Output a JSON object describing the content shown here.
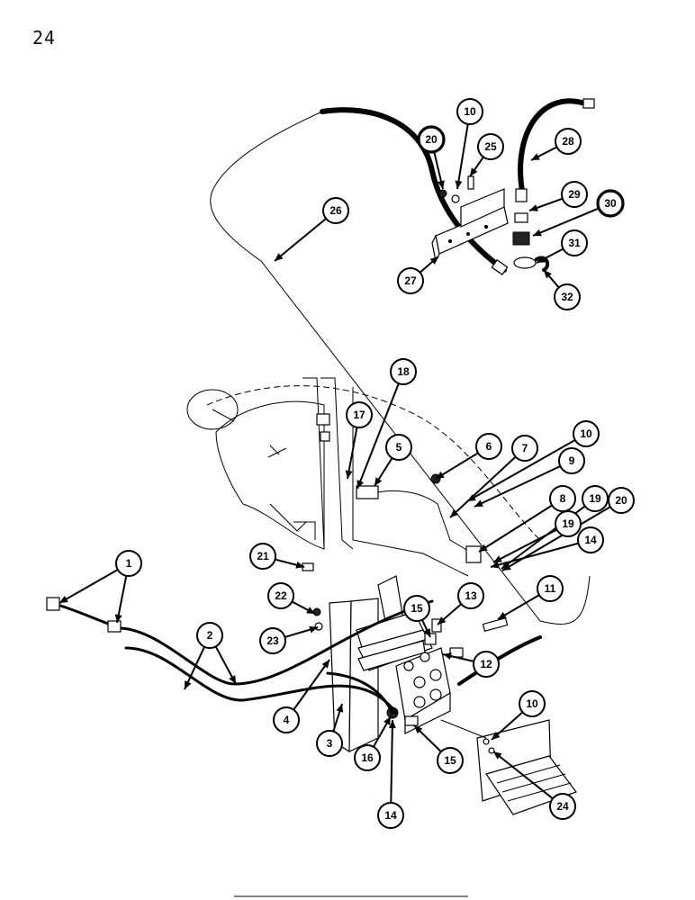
{
  "page": {
    "number": "24"
  },
  "callouts": [
    {
      "label": "1",
      "style": "normal"
    },
    {
      "label": "2",
      "style": "normal"
    },
    {
      "label": "3",
      "style": "normal"
    },
    {
      "label": "4",
      "style": "normal"
    },
    {
      "label": "5",
      "style": "normal"
    },
    {
      "label": "6",
      "style": "normal"
    },
    {
      "label": "7",
      "style": "normal"
    },
    {
      "label": "8",
      "style": "normal"
    },
    {
      "label": "9",
      "style": "normal"
    },
    {
      "label": "10",
      "style": "normal"
    },
    {
      "label": "11",
      "style": "normal"
    },
    {
      "label": "12",
      "style": "normal"
    },
    {
      "label": "13",
      "style": "normal"
    },
    {
      "label": "14",
      "style": "normal"
    },
    {
      "label": "15",
      "style": "normal"
    },
    {
      "label": "16",
      "style": "normal"
    },
    {
      "label": "17",
      "style": "normal"
    },
    {
      "label": "18",
      "style": "normal"
    },
    {
      "label": "19",
      "style": "normal"
    },
    {
      "label": "20",
      "style": "bold"
    },
    {
      "label": "21",
      "style": "normal"
    },
    {
      "label": "22",
      "style": "normal"
    },
    {
      "label": "23",
      "style": "normal"
    },
    {
      "label": "24",
      "style": "normal"
    },
    {
      "label": "25",
      "style": "normal"
    },
    {
      "label": "26",
      "style": "normal"
    },
    {
      "label": "27",
      "style": "normal"
    },
    {
      "label": "28",
      "style": "normal"
    },
    {
      "label": "29",
      "style": "normal"
    },
    {
      "label": "30",
      "style": "bold"
    },
    {
      "label": "31",
      "style": "normal"
    },
    {
      "label": "32",
      "style": "normal"
    },
    {
      "label": "10",
      "style": "normal"
    },
    {
      "label": "19",
      "style": "normal"
    },
    {
      "label": "20",
      "style": "normal"
    },
    {
      "label": "14",
      "style": "normal"
    },
    {
      "label": "15",
      "style": "normal"
    },
    {
      "label": "10",
      "style": "normal"
    }
  ]
}
